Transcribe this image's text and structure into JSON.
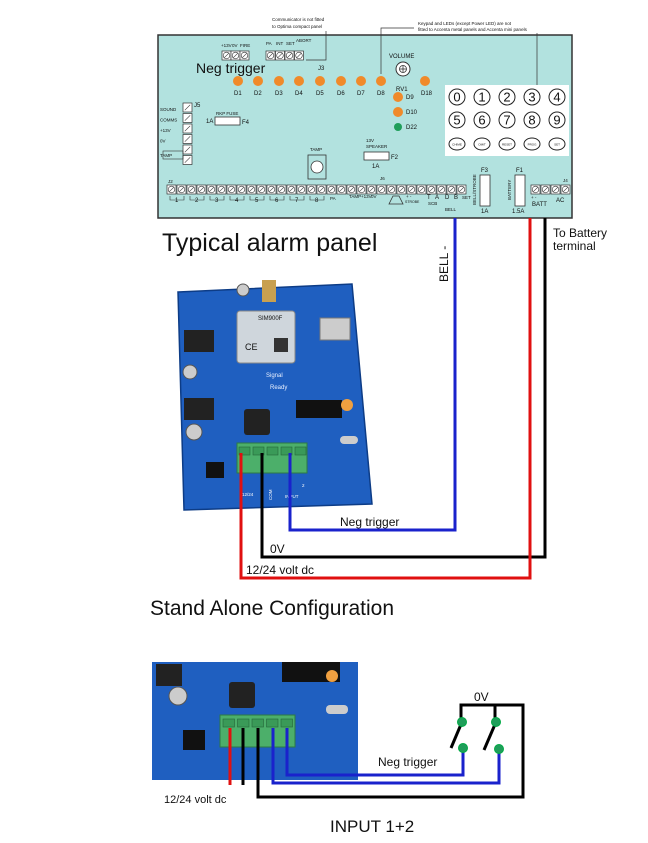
{
  "colors": {
    "panel_fill": "#b2e2df",
    "pcb_blue": "#1f5fc0",
    "terminal_green": "#4caf6a",
    "led_orange": "#f08a2a",
    "led_green": "#1f9e5a",
    "wire_red": "#e01010",
    "wire_black": "#000000",
    "wire_blue": "#1a22cc"
  },
  "alarm_panel": {
    "title": "Typical alarm panel",
    "note_communicator": [
      "Communicator is not fitted",
      "to Optima compact panel"
    ],
    "note_keypad": [
      "Keypad and LEDs (except Power LED) are not",
      "fitted to Accenta metal panels and Accenta mini panels"
    ],
    "top_terminals_1": [
      "+13V",
      "0V",
      "FIRE"
    ],
    "top_terminals_2": [
      "PA",
      "INT",
      "SET",
      "ABORT"
    ],
    "neg_trigger_label": "Neg  trigger",
    "j3": "J3",
    "volume": "VOLUME",
    "rv1": "RV1",
    "leds": [
      "D1",
      "D2",
      "D3",
      "D4",
      "D5",
      "D6",
      "D7",
      "D8",
      "D18"
    ],
    "side_leds": [
      "D9",
      "D10",
      "D22"
    ],
    "keypad_digits": [
      "0",
      "1",
      "2",
      "3",
      "4",
      "5",
      "6",
      "7",
      "8",
      "9"
    ],
    "keypad_buttons": [
      "CHIME",
      "OMIT",
      "RESET",
      "PROG",
      "SET"
    ],
    "j5": "J5",
    "j5_labels": [
      "SOUND",
      "COMMS",
      "+13V",
      "0V",
      "TAMP"
    ],
    "rkp_fuse": "RKP FUSE",
    "f4": "F4",
    "f4_rating": "1A",
    "tamp": "TAMP",
    "speaker_fuse": [
      "13V",
      "SPEAKER"
    ],
    "f2": "F2",
    "f2_rating": "1A",
    "j2": "J2",
    "j6": "J6",
    "zone_labels": [
      "1",
      "2",
      "3",
      "4",
      "5",
      "6",
      "7",
      "8"
    ],
    "strip_labels": [
      "PA",
      "TAMP",
      "+13V",
      "0V",
      "+  -",
      "STROBE",
      "T",
      "A",
      "SCB",
      "D",
      "B",
      "SET",
      "BELL"
    ],
    "f3": "F3",
    "f3_label": "BELL/STROBE",
    "f3_rating": "1A",
    "f1": "F1",
    "f1_label": "BATTERY",
    "f1_rating": "1.5A",
    "j4": "J4",
    "batt": "BATT",
    "batt_polarity": "+   -",
    "ac": "AC",
    "bell_minus": "BELL -",
    "battery_note": [
      "To Battery",
      "terminal"
    ]
  },
  "standalone": {
    "title": "Stand Alone Configuration",
    "module_chip": "SIM900F",
    "signal": "Signal",
    "ready": "Ready",
    "ce": "CE",
    "terminal_labels": [
      "12/24",
      "COM",
      "INPUT",
      "2"
    ],
    "neg_trigger": "Neg  trigger",
    "zero_v": "0V",
    "supply": "12/24 volt dc"
  },
  "input12": {
    "title": "INPUT 1+2",
    "zero_v": "0V",
    "neg_trigger": "Neg  trigger",
    "supply": "12/24 volt dc"
  }
}
